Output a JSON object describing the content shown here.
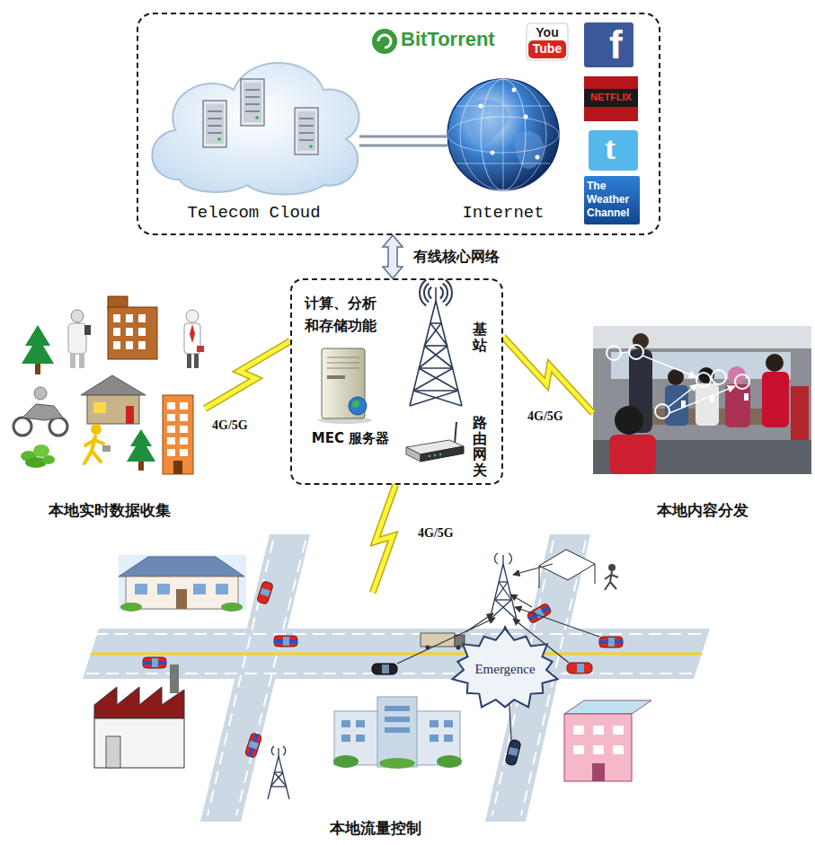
{
  "diagram": {
    "nodes": [
      {
        "text": []
      },
      {
        "text": [
          "Telecom Cloud"
        ],
        "in": 0
      },
      {
        "text": [
          "Internet"
        ],
        "in": 0
      },
      {
        "text": [
          "本地实时数据收集"
        ]
      },
      {
        "text": [
          "计算、分析和存储功能"
        ]
      },
      {
        "text": [
          "MEC 服务器"
        ],
        "in": 4
      },
      {
        "text": [
          "基站"
        ],
        "in": 4
      },
      {
        "text": [
          "路由网关"
        ],
        "in": 4
      },
      {
        "text": [
          "本地内容分发"
        ]
      },
      {
        "text": [
          "本地流量控制"
        ]
      },
      {
        "text": [
          "Emergence"
        ],
        "in": 9
      }
    ],
    "edges": [
      {
        "from": 0,
        "to": 4,
        "arrow": "both",
        "label": "有线核心网络"
      },
      {
        "from": 1,
        "to": 2,
        "arrow": "none"
      },
      {
        "from": 4,
        "to": 3,
        "arrow": "none",
        "label": "4G/5G"
      },
      {
        "from": 4,
        "to": 8,
        "arrow": "none",
        "label": "4G/5G"
      },
      {
        "from": 4,
        "to": 9,
        "arrow": "none",
        "label": "4G/5G"
      }
    ],
    "labels": [
      "BitTorrent",
      "You",
      "Tube",
      "f",
      "NETFLIX",
      "t",
      "The Weather Channel"
    ]
  }
}
